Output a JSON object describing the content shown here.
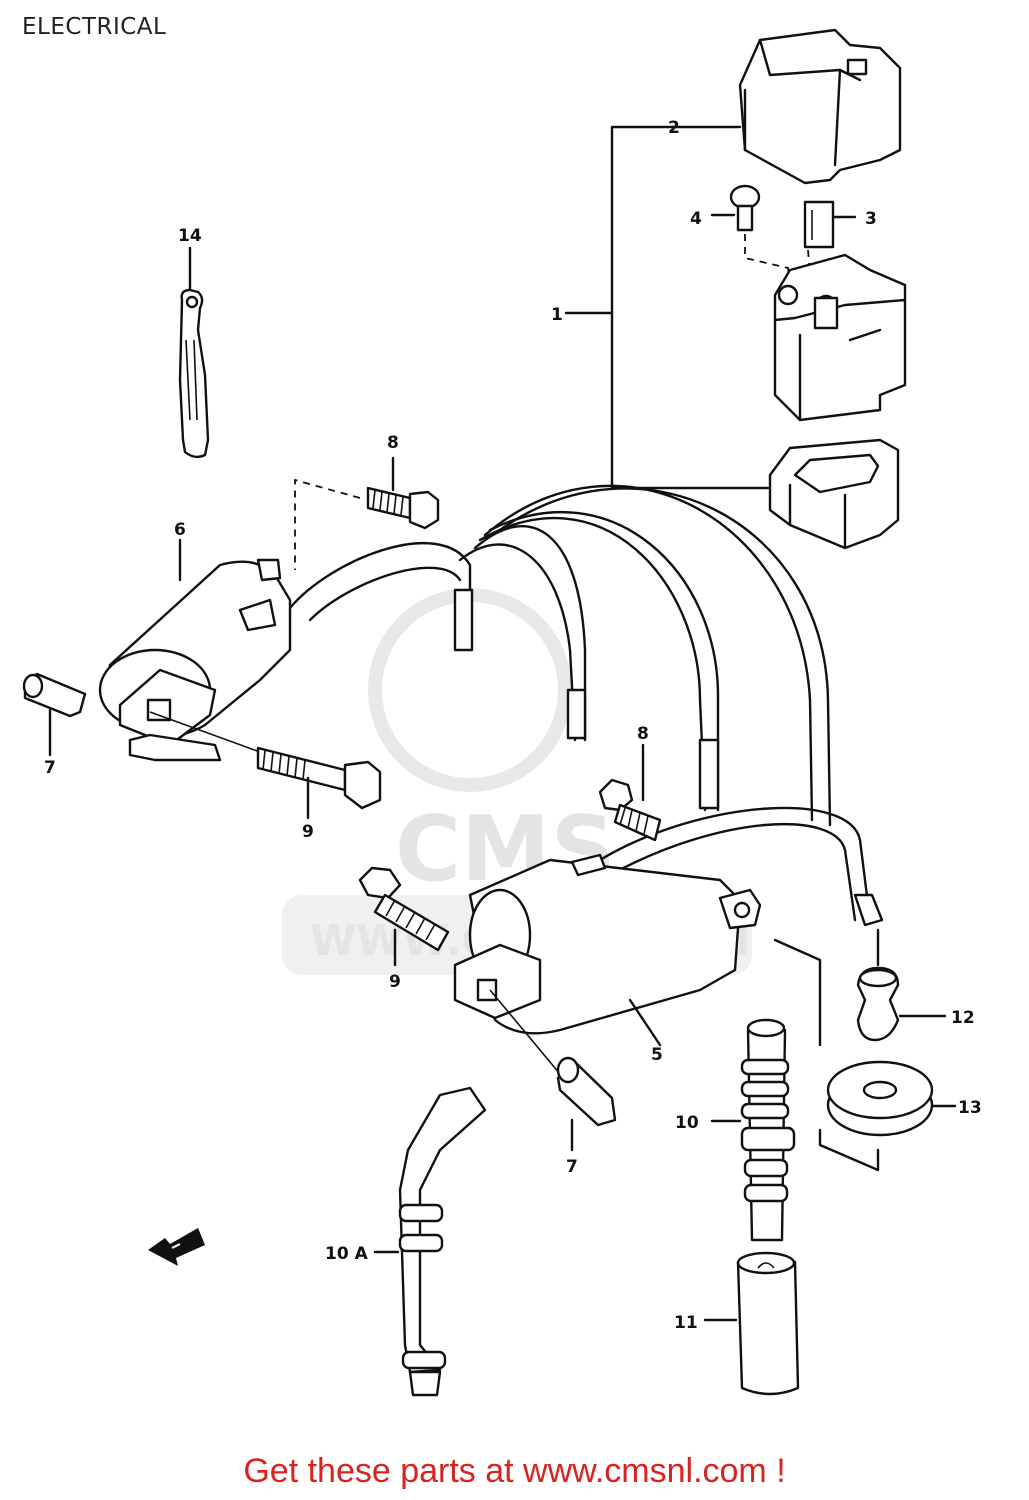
{
  "header": {
    "title": "ELECTRICAL"
  },
  "watermark": {
    "logo_text": "CMS",
    "url_text": "WWW.CMSNL.COM"
  },
  "callouts": [
    {
      "id": "c1",
      "label": "1"
    },
    {
      "id": "c2",
      "label": "2"
    },
    {
      "id": "c3",
      "label": "3"
    },
    {
      "id": "c4",
      "label": "4"
    },
    {
      "id": "c5",
      "label": "5"
    },
    {
      "id": "c6",
      "label": "6"
    },
    {
      "id": "c7a",
      "label": "7"
    },
    {
      "id": "c7b",
      "label": "7"
    },
    {
      "id": "c8a",
      "label": "8"
    },
    {
      "id": "c8b",
      "label": "8"
    },
    {
      "id": "c9a",
      "label": "9"
    },
    {
      "id": "c9b",
      "label": "9"
    },
    {
      "id": "c10",
      "label": "10"
    },
    {
      "id": "c10a",
      "label": "10 A"
    },
    {
      "id": "c11",
      "label": "11"
    },
    {
      "id": "c12",
      "label": "12"
    },
    {
      "id": "c13",
      "label": "13"
    },
    {
      "id": "c14",
      "label": "14"
    }
  ],
  "footer": {
    "text": "Get these parts at www.cmsnl.com !",
    "color": "#d8231f"
  },
  "colors": {
    "line": "#111111",
    "watermark": "#e2e2e2",
    "background": "#ffffff"
  }
}
